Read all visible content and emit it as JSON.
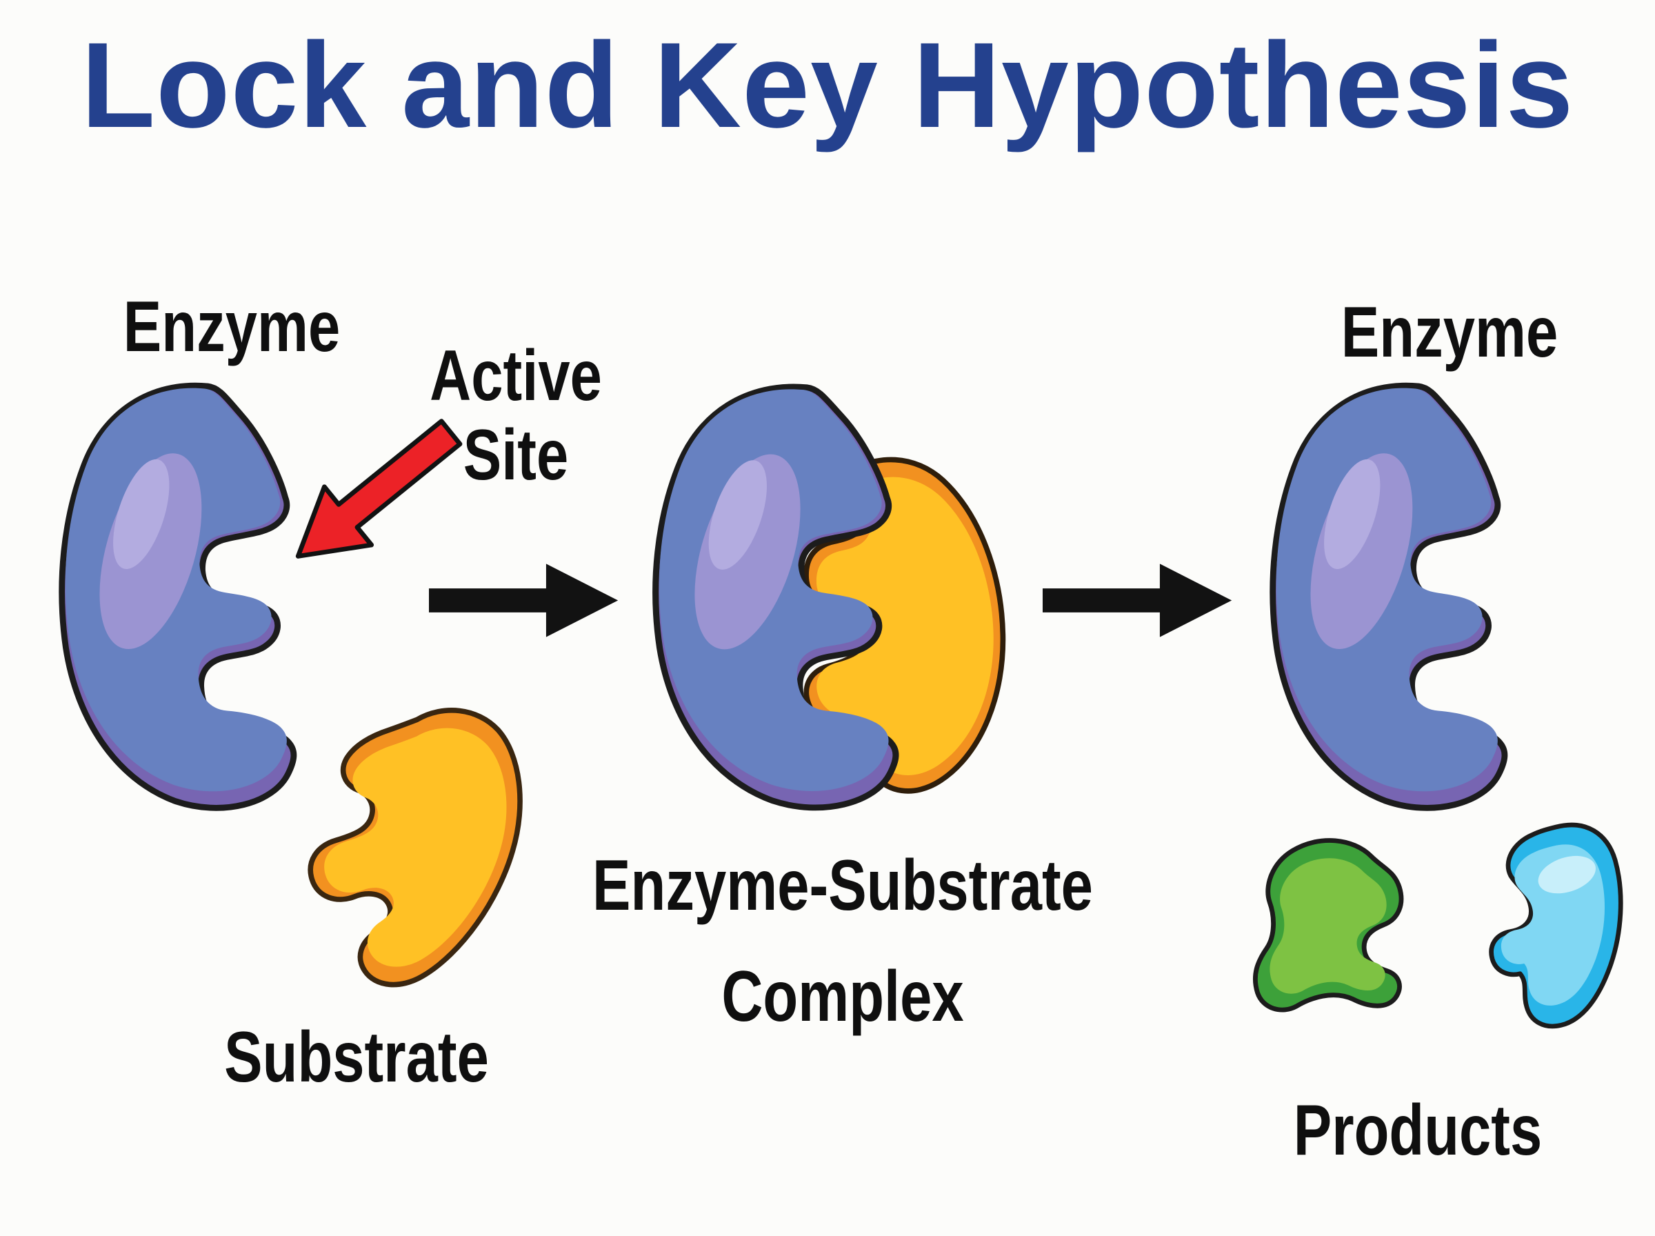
{
  "title": {
    "text": "Lock and Key Hypothesis",
    "color": "#24418e"
  },
  "left_stage": {
    "enzyme_label": "Enzyme",
    "active_site_line1": "Active",
    "active_site_line2": "Site",
    "substrate_label": "Substrate"
  },
  "middle_stage": {
    "complex_line1": "Enzyme-Substrate",
    "complex_line2": "Complex"
  },
  "right_stage": {
    "enzyme_label": "Enzyme",
    "products_label": "Products"
  },
  "icons": {
    "reaction_arrow": "right-arrow",
    "active_site_pointer": "red-diagonal-arrow-down-left"
  },
  "colors": {
    "background": "#fcfcfa",
    "title_blue": "#24418e",
    "label_black": "#0f0f0f",
    "enzyme_body": "#6781c1",
    "enzyme_shade": "#7765b2",
    "enzyme_highlight": "#9b94d2",
    "enzyme_highlight_bright": "#b3ace0",
    "enzyme_outline": "#1c1c1c",
    "substrate_orange": "#f29120",
    "substrate_inner_yellow": "#ffc125",
    "substrate_outline": "#3a2610",
    "active_site_arrow_red": "#ec2227",
    "reaction_arrow_black": "#121212",
    "product_green": "#3da13a",
    "product_green_inner": "#7ec243",
    "product_cyan": "#29b5e8",
    "product_cyan_inner": "#80d7f3",
    "product_cyan_highlight": "#c8effa"
  }
}
